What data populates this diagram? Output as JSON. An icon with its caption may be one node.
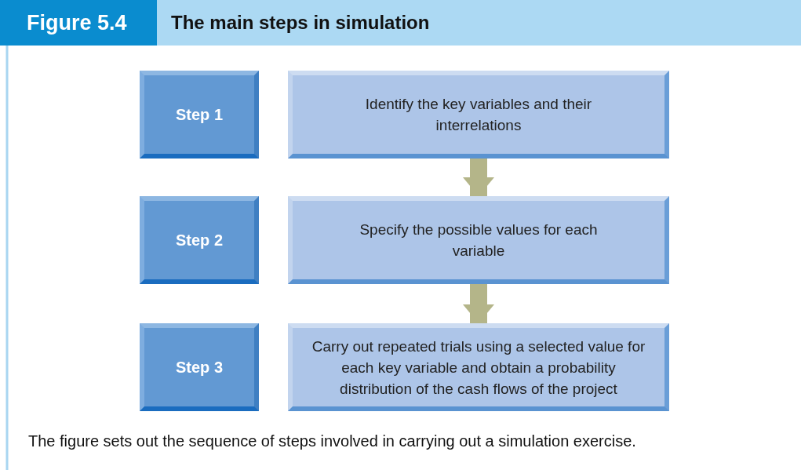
{
  "diagram": {
    "title": "The main steps in simulation",
    "caption": "The figure sets out the sequence of steps involved in carrying out a simulation exercise.",
    "nodes": [
      {
        "text": [
          "Step 1"
        ]
      },
      {
        "text": [
          "Identify the key variables and their interrelations"
        ]
      },
      {
        "text": [
          "Step 2"
        ]
      },
      {
        "text": [
          "Specify the possible values for each variable"
        ]
      },
      {
        "text": [
          "Step 3"
        ]
      },
      {
        "text": [
          "Carry out repeated trials using a selected value for each key variable and obtain a probability distribution of the cash flows of the project"
        ]
      }
    ],
    "edges": [
      {
        "from": 1,
        "to": 3,
        "arrow": "to"
      },
      {
        "from": 3,
        "to": 5,
        "arrow": "to"
      }
    ],
    "labels": [
      "Figure 5.4"
    ]
  }
}
